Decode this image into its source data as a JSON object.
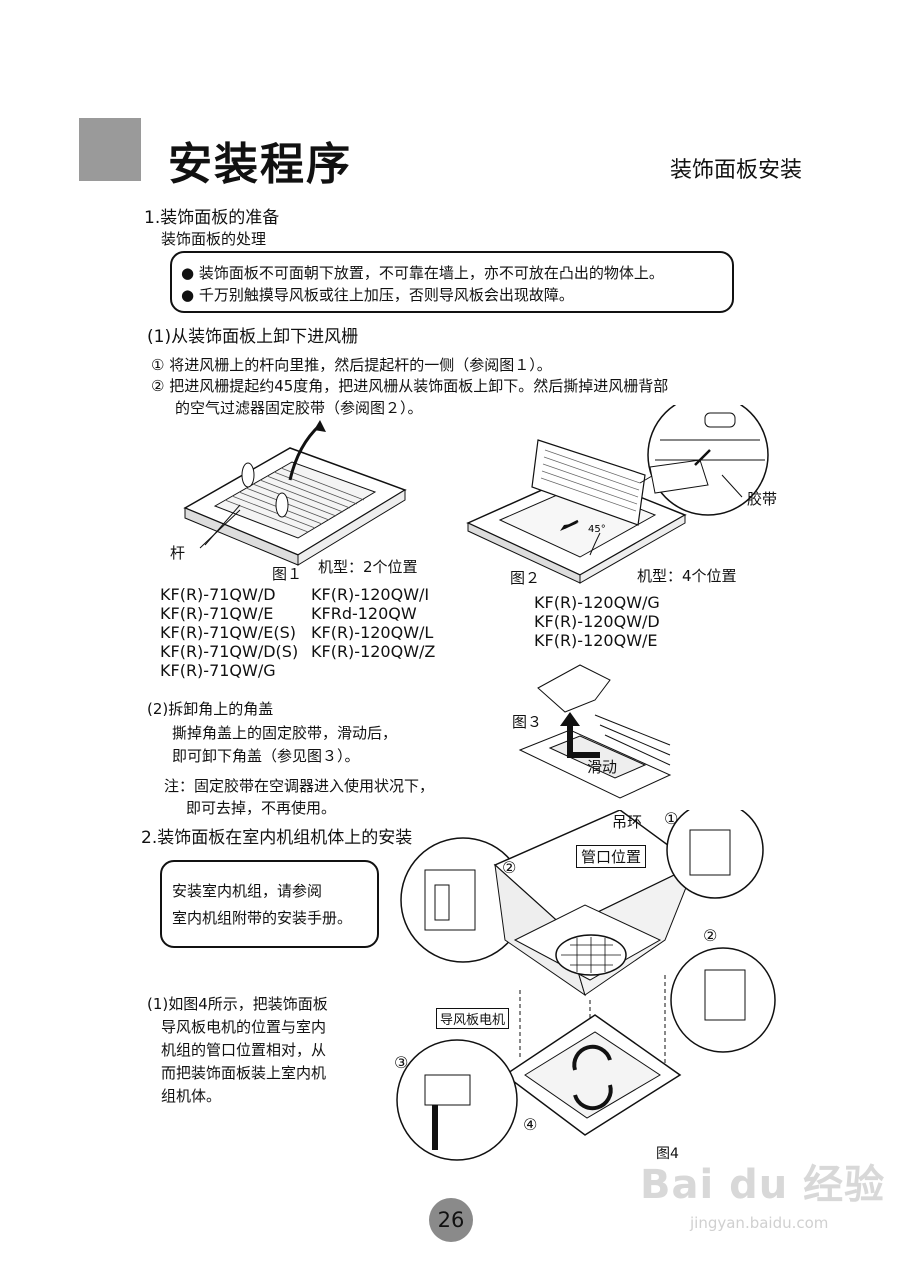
{
  "header": {
    "title": "安装程序",
    "subtitle": "装饰面板安装"
  },
  "section1": {
    "heading": "1.装饰面板的准备",
    "subheading": "装饰面板的处理",
    "warnings": [
      "● 装饰面板不可面朝下放置，不可靠在墙上，亦不可放在凸出的物体上。",
      "● 千万别触摸导风板或往上加压，否则导风板会出现故障。"
    ],
    "step1_heading": "(1)从装饰面板上卸下进风栅",
    "step1_items": [
      "① 将进风栅上的杆向里推，然后提起杆的一侧（参阅图１）。",
      "② 把进风栅提起约45度角，把进风栅从装饰面板上卸下。然后撕掉进风栅背部",
      "的空气过滤器固定胶带（参阅图２）。"
    ],
    "fig1": {
      "label": "图１",
      "lever_label": "杆",
      "model_note": "机型：2个位置",
      "models_col1": [
        "KF(R)-71QW/D",
        "KF(R)-71QW/E",
        "KF(R)-71QW/E(S)",
        "KF(R)-71QW/D(S)",
        "KF(R)-71QW/G"
      ],
      "models_col2": [
        "KF(R)-120QW/I",
        "KFRd-120QW",
        "KF(R)-120QW/L",
        "KF(R)-120QW/Z"
      ]
    },
    "fig2": {
      "label": "图２",
      "tape_label": "胶带",
      "angle_label": "45°",
      "model_note": "机型：4个位置",
      "models": [
        "KF(R)-120QW/G",
        "KF(R)-120QW/D",
        "KF(R)-120QW/E"
      ]
    },
    "step2_heading": "(2)拆卸角上的角盖",
    "step2_lines": [
      "撕掉角盖上的固定胶带，滑动后，",
      "即可卸下角盖（参见图３）。"
    ],
    "note_lines": [
      "注：固定胶带在空调器进入使用状况下，",
      "即可去掉，不再使用。"
    ],
    "fig3": {
      "label": "图３",
      "slide_label": "滑动"
    }
  },
  "section2": {
    "heading": "2.装饰面板在室内机组机体上的安装",
    "ref_box": [
      "安装室内机组，请参阅",
      "室内机组附带的安装手册。"
    ],
    "instructions": [
      "(1)如图4所示，把装饰面板",
      "导风板电机的位置与室内",
      "机组的管口位置相对，从",
      "而把装饰面板装上室内机",
      "组机体。"
    ],
    "fig4": {
      "label": "图4",
      "hook_label": "吊环",
      "pipe_label": "管口位置",
      "motor_label": "导风板电机",
      "markers": [
        "①",
        "②",
        "②",
        "③",
        "④"
      ]
    }
  },
  "page_number": "26",
  "watermark": {
    "logo": "Bai du 经验",
    "url": "jingyan.baidu.com"
  }
}
